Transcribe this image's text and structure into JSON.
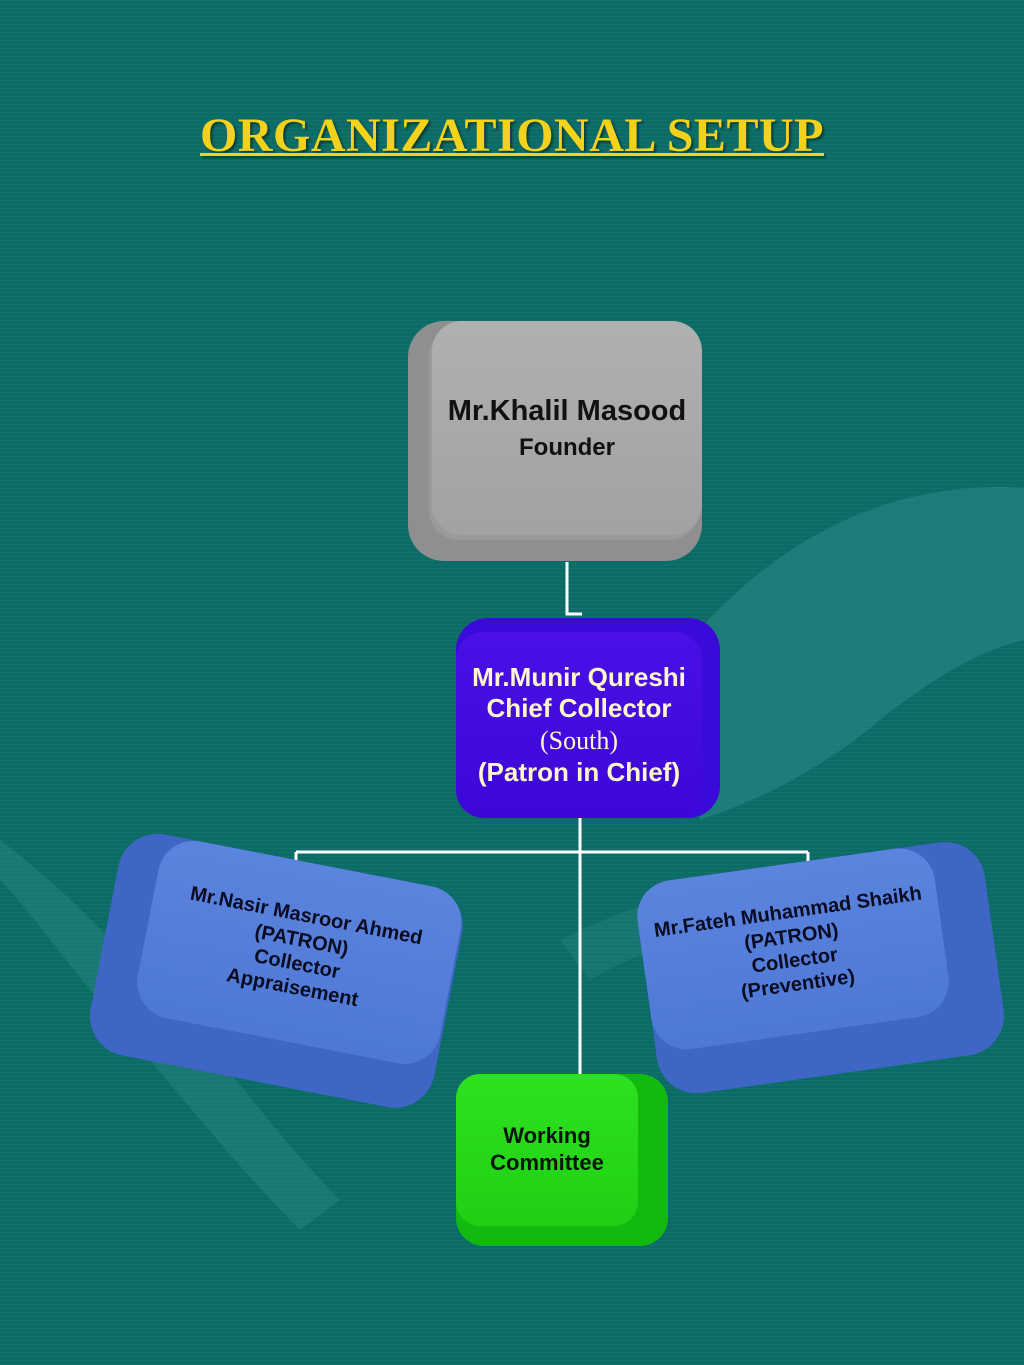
{
  "title": "ORGANIZATIONAL SETUP",
  "colors": {
    "background": "#0b6b66",
    "title": "#f2d21b",
    "founder_box": "#a8a8a8",
    "chief_box": "#4410e0",
    "patron_box": "#5a80db",
    "working_box": "#22d21a",
    "connector": "#ffffff"
  },
  "nodes": {
    "founder": {
      "name": "Mr.Khalil Masood",
      "role": "Founder"
    },
    "chief": {
      "name": "Mr.Munir Qureshi",
      "role": "Chief Collector",
      "region": "(South)",
      "title": "(Patron in Chief)"
    },
    "patron_left": {
      "name": "Mr.Nasir Masroor Ahmed",
      "role": "(PATRON)",
      "position": "Collector",
      "department": "Appraisement"
    },
    "patron_right": {
      "name": "Mr.Fateh Muhammad Shaikh",
      "role": "(PATRON)",
      "position": "Collector",
      "department": "(Preventive)"
    },
    "working": {
      "line1": "Working",
      "line2": "Committee"
    }
  },
  "edges": [
    [
      "founder",
      "chief"
    ],
    [
      "chief",
      "patron_left"
    ],
    [
      "chief",
      "patron_right"
    ],
    [
      "chief",
      "working"
    ]
  ]
}
